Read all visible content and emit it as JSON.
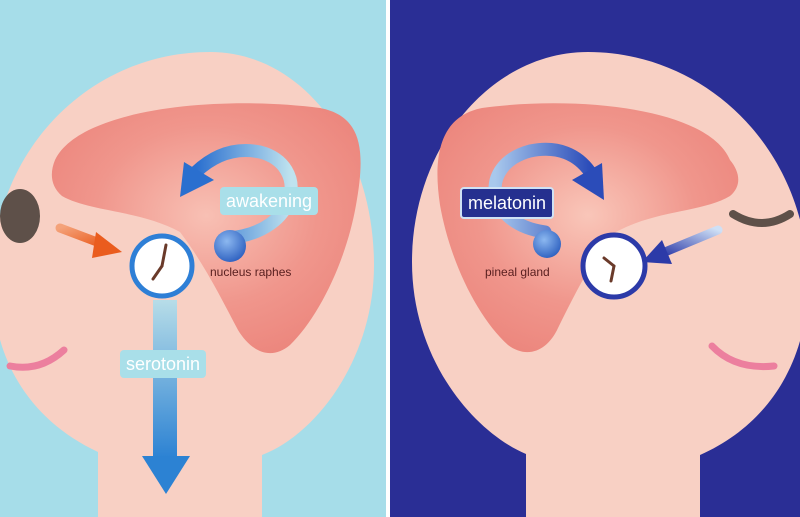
{
  "colors": {
    "awake_background": "#a6dde9",
    "sleep_background": "#2a2e95",
    "head_skin": "#f9cfc3",
    "brain": "#ef8a82",
    "arrow_blue": "#2e86d6",
    "light_arrow_orange": "#ec6b2a",
    "sleep_arrow_blue": "#2c3aa8",
    "cheek_pink": "#ec7f9e"
  },
  "awake_panel": {
    "cycle_label": "awakening",
    "center_label": "nucleus raphes",
    "output_label": "serotonin",
    "eye_state": "open",
    "icons": [
      "clock-icon",
      "light-input-arrow-icon",
      "cycle-arrow-icon",
      "down-arrow-icon"
    ]
  },
  "sleep_panel": {
    "cycle_label": "melatonin",
    "center_label": "pineal gland",
    "eye_state": "closed",
    "icons": [
      "clock-icon",
      "input-arrow-icon",
      "cycle-arrow-icon"
    ]
  }
}
